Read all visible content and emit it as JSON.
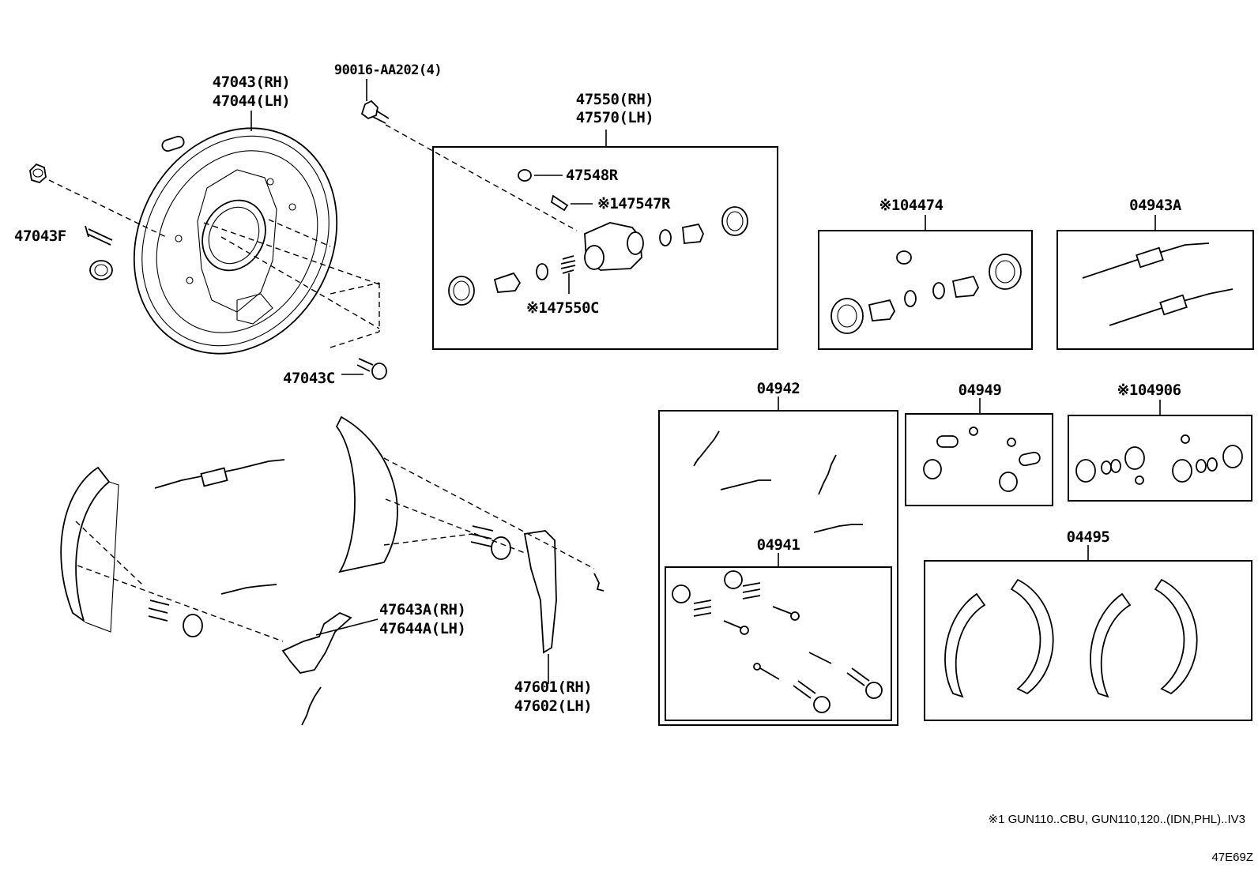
{
  "labels": {
    "backing_plate_rh": "47043(RH)",
    "backing_plate_lh": "47044(LH)",
    "bolt": "90016-AA202(4)",
    "nut": "47043F",
    "plug": "47043C",
    "wheel_cyl_rh": "47550(RH)",
    "wheel_cyl_lh": "47570(LH)",
    "bleeder_cap": "47548R",
    "bleeder_plug": "※147547R",
    "cup_spring": "※147550C",
    "kit_04474": "※104474",
    "kit_04943a": "04943A",
    "kit_04942": "04942",
    "kit_04949": "04949",
    "kit_04906": "※104906",
    "kit_04941": "04941",
    "kit_04495": "04495",
    "lever_rh": "47643A(RH)",
    "lever_lh": "47644A(LH)",
    "shoe_lever_rh": "47601(RH)",
    "shoe_lever_lh": "47602(LH)"
  },
  "footnote": "※1 GUN110..CBU, GUN110,120..(IDN,PHL)..IV3",
  "diagram_code": "47E69Z"
}
